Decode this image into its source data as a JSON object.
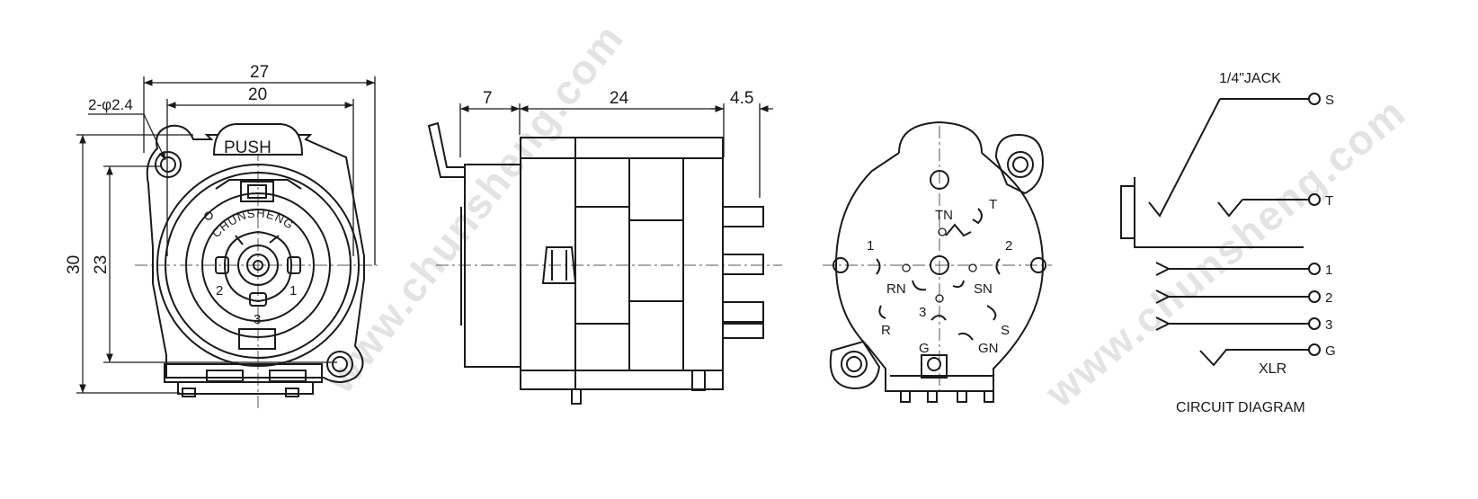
{
  "watermark": "www.chunsheng.com",
  "front_view": {
    "dimensions": {
      "overall_width": "27",
      "inner_width": "20",
      "mount_holes": "2-φ2.4",
      "overall_height": "30",
      "hole_spacing": "23"
    },
    "push_label": "PUSH",
    "brand": "CHUNSHENG",
    "pins": [
      "1",
      "2",
      "3"
    ]
  },
  "side_view": {
    "dimensions": {
      "front": "7",
      "body": "24",
      "tail": "4.5"
    }
  },
  "rear_view": {
    "pins": {
      "p1": "1",
      "p2": "2",
      "p3": "3",
      "tn": "TN",
      "t": "T",
      "rn": "RN",
      "sn": "SN",
      "r": "R",
      "s": "S",
      "g": "G",
      "gn": "GN"
    }
  },
  "circuit": {
    "jack_title": "1/4\"JACK",
    "jack_pins": [
      "S",
      "T"
    ],
    "xlr_pins": [
      "1",
      "2",
      "3",
      "G"
    ],
    "xlr_label": "XLR",
    "caption": "CIRCUIT DIAGRAM"
  }
}
